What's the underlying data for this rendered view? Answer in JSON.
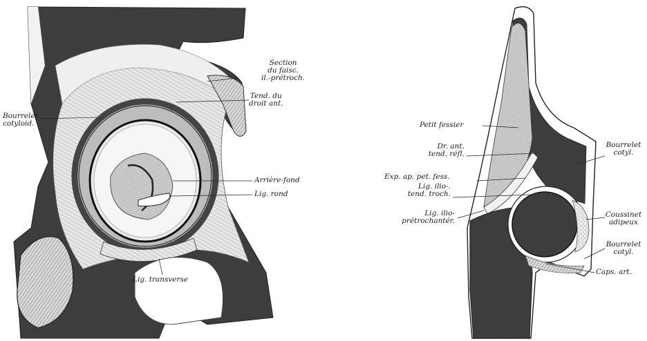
{
  "left_figure": {
    "labels": {
      "section": [
        "Section",
        "du faisc.",
        "il.-prétroch."
      ],
      "tend_droit": [
        "Tend. du",
        "droit ant."
      ],
      "bourrelet": [
        "Bourrelet",
        "cotyloid."
      ],
      "arriere_fond": "Arrière-fond",
      "lig_rond": "Lig. rond",
      "lig_transverse": "Lig. transverse"
    }
  },
  "right_figure": {
    "labels": {
      "petit_fessier": "Petit fessier",
      "dr_ant": [
        "Dr. ant.",
        "tend. réfl."
      ],
      "exp_ap": "Exp. ap. pet. fess.",
      "lig_ilio_tend": [
        "Lig. ilio-.",
        "tend. troch."
      ],
      "lig_ilio_pretroch": [
        "Lig. ilio-",
        "prétrochantér."
      ],
      "bourrelet_top": [
        "Bourrelet",
        "cotyl."
      ],
      "coussinet": [
        "Coussinet",
        "adipeux"
      ],
      "bourrelet_bottom": [
        "Bourrelet",
        "cotyl."
      ],
      "caps_art": "Caps. art."
    }
  }
}
